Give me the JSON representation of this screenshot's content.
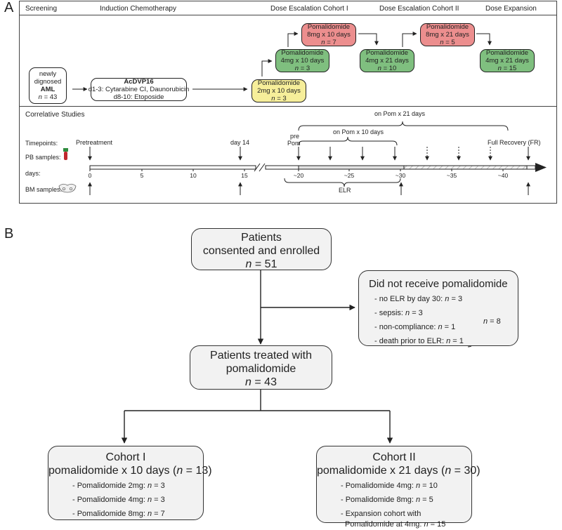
{
  "panel_a": {
    "letter": "A",
    "phases": [
      "Screening",
      "Induction Chemotherapy",
      "Dose Escalation Cohort I",
      "Dose Escalation Cohort II",
      "Dose Expansion"
    ],
    "aml_box": {
      "l1": "newly",
      "l2": "dignosed",
      "l3": "AML",
      "l4_n": "n",
      "l4": " = 43"
    },
    "acdvp_box": {
      "title": "AcDVP16",
      "l1": "d1-3: Cytarabine CI, Daunorubicin",
      "l2": "d8-10: Etoposide"
    },
    "yellow_box": {
      "l1": "Pomalidomide",
      "l2": "2mg x 10 days",
      "n": "n",
      "v": " = 3"
    },
    "green1_box": {
      "l1": "Pomalidomide",
      "l2": "4mg x 10 days",
      "n": "n",
      "v": " = 3"
    },
    "red1_box": {
      "l1": "Pomalidomide",
      "l2": "8mg x 10 days",
      "n": "n",
      "v": " = 7"
    },
    "green2_box": {
      "l1": "Pomalidomide",
      "l2": "4mg x 21 days",
      "n": "n",
      "v": " = 10"
    },
    "red2_box": {
      "l1": "Pomalidomide",
      "l2": "8mg x 21 days",
      "n": "n",
      "v": " = 5"
    },
    "green3_box": {
      "l1": "Pomalidomide",
      "l2": "4mg x 21 days",
      "n": "n",
      "v": " = 15"
    },
    "correlative_title": "Correlative Studies",
    "on_pom_21": "on Pom x 21 days",
    "on_pom_10": "on Pom x 10 days",
    "pre_pom_1": "pre",
    "pre_pom_2": "Pom",
    "timepoints_label": "Timepoints:",
    "pb_label": "PB samples:",
    "days_label": "days:",
    "bm_label": "BM samples:",
    "pretreatment": "Pretreatment",
    "day14": "day 14",
    "full_recovery": "Full Recovery (FR)",
    "elr": "ELR",
    "ticks": [
      "0",
      "5",
      "10",
      "15",
      "~20",
      "~25",
      "~30",
      "~35",
      "~40"
    ]
  },
  "panel_b": {
    "letter": "B",
    "enrolled": {
      "l1": "Patients",
      "l2": "consented and enrolled",
      "n": "n",
      "v": " = 51"
    },
    "not_received": {
      "title": "Did not receive pomalidomide",
      "items": [
        {
          "t": "- no ELR by day 30: ",
          "n": "n",
          "v": " = 3"
        },
        {
          "t": "- sepsis: ",
          "n": "n",
          "v": " = 3"
        },
        {
          "t": "- non-compliance: ",
          "n": "n",
          "v": " = 1"
        },
        {
          "t": "- death prior to ELR: ",
          "n": "n",
          "v": " = 1"
        }
      ],
      "total_n": "n",
      "total_v": " = 8"
    },
    "treated": {
      "l1": "Patients treated with",
      "l2": "pomalidomide",
      "n": "n",
      "v": " = 43"
    },
    "cohort1": {
      "title": "Cohort I",
      "sub_a": "pomalidomide x 10 days (",
      "sub_n": "n",
      "sub_b": " = 13)",
      "items": [
        {
          "t": "- Pomalidomide 2mg: ",
          "n": "n",
          "v": " = 3"
        },
        {
          "t": "- Pomalidomide 4mg: ",
          "n": "n",
          "v": " = 3"
        },
        {
          "t": "- Pomalidomide 8mg: ",
          "n": "n",
          "v": " = 7"
        }
      ]
    },
    "cohort2": {
      "title": "Cohort II",
      "sub_a": "pomalidomide x 21 days (",
      "sub_n": "n",
      "sub_b": " = 30)",
      "items": [
        {
          "t": "- Pomalidomide 4mg: ",
          "n": "n",
          "v": " = 10"
        },
        {
          "t": "- Pomalidomide 8mg: ",
          "n": "n",
          "v": " = 5"
        },
        {
          "t": "- Expansion cohort with",
          "n": "",
          "v": ""
        }
      ],
      "last_line": {
        "t": "Pomalidomide at 4mg: ",
        "n": "n",
        "v": " = 15"
      }
    }
  }
}
